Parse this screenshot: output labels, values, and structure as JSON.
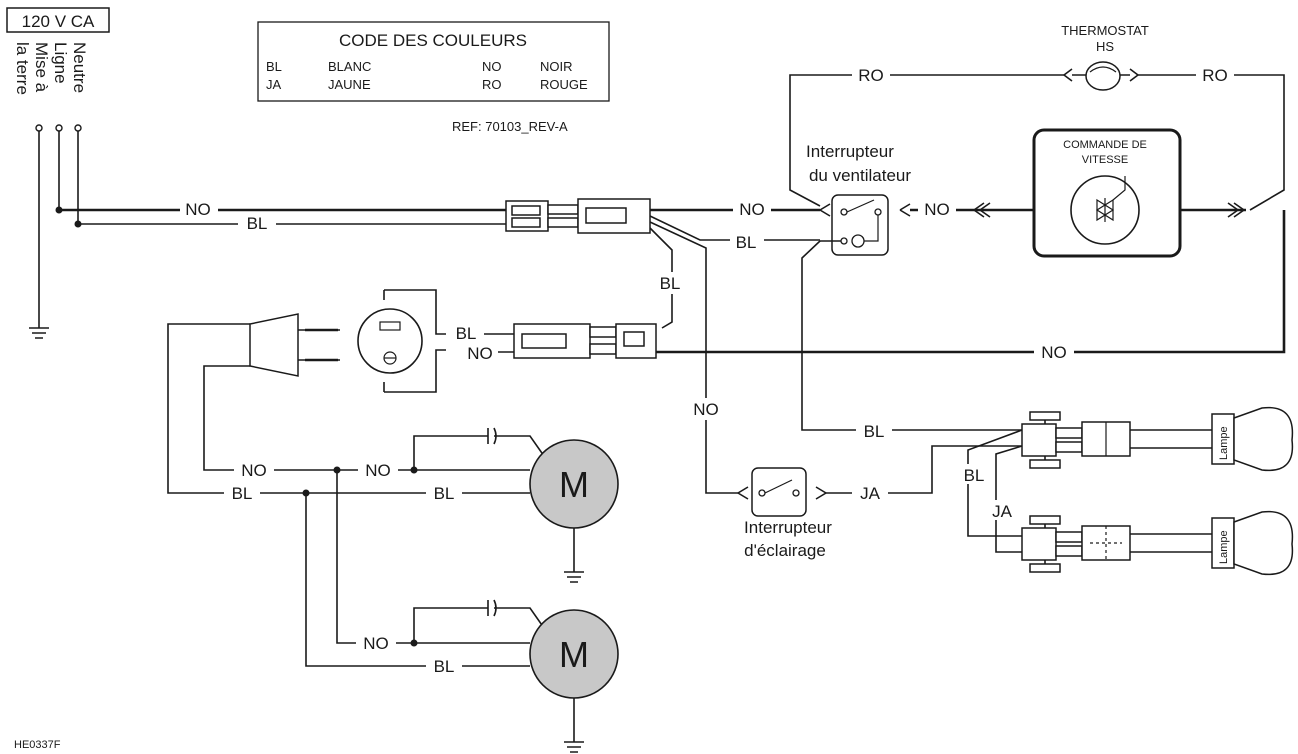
{
  "supply": {
    "voltage_label": "120 V CA",
    "wire_neutral": "Neutre",
    "wire_line": "Ligne",
    "wire_ground_1": "Mise à",
    "wire_ground_2": "la terre"
  },
  "legend": {
    "title": "CODE DES COULEURS",
    "entries": [
      {
        "code": "BL",
        "name": "BLANC"
      },
      {
        "code": "JA",
        "name": "JAUNE"
      },
      {
        "code": "NO",
        "name": "NOIR"
      },
      {
        "code": "RO",
        "name": "ROUGE"
      }
    ],
    "ref": "REF: 70103_REV-A"
  },
  "components": {
    "thermostat_1": "THERMOSTAT",
    "thermostat_2": "HS",
    "speed_control_1": "COMMANDE DE",
    "speed_control_2": "VITESSE",
    "fan_switch_1": "Interrupteur",
    "fan_switch_2": "du ventilateur",
    "light_switch_1": "Interrupteur",
    "light_switch_2": "d'éclairage",
    "motor_symbol": "M",
    "lamp": "Lampe"
  },
  "wire_labels": {
    "ro": "RO",
    "no": "NO",
    "bl": "BL",
    "ja": "JA"
  },
  "figure_code": "HE0337F"
}
